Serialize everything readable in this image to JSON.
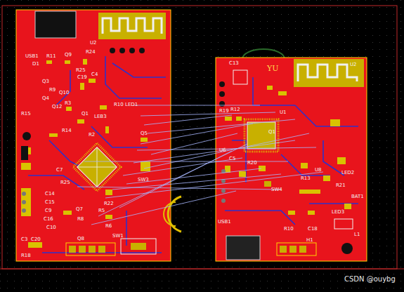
{
  "diagram": {
    "labels": [
      "U2",
      "USB1",
      "D1",
      "R11",
      "Q9",
      "R24",
      "R25",
      "C4",
      "C19",
      "Q3",
      "R9",
      "Q10",
      "Q4",
      "Q12",
      "R3",
      "R15",
      "Q1",
      "LEB3",
      "R10",
      "LED1",
      "R14",
      "R2",
      "Q5",
      "C7",
      "R25",
      "SW3",
      "C14",
      "C15",
      "C9",
      "C16",
      "C10",
      "Q7",
      "R5",
      "R22",
      "R8",
      "C3",
      "C20",
      "R18",
      "Q8",
      "SW1",
      "R6",
      "C13",
      "YU",
      "U2",
      "R19",
      "R12",
      "U1",
      "U6",
      "C5",
      "R20",
      "SW4",
      "R13",
      "U8",
      "LED2",
      "R21",
      "LED3",
      "BAT1",
      "USB1",
      "R10",
      "C18",
      "H1",
      "L1",
      "Q1",
      "CSDN @ouybg"
    ]
  }
}
